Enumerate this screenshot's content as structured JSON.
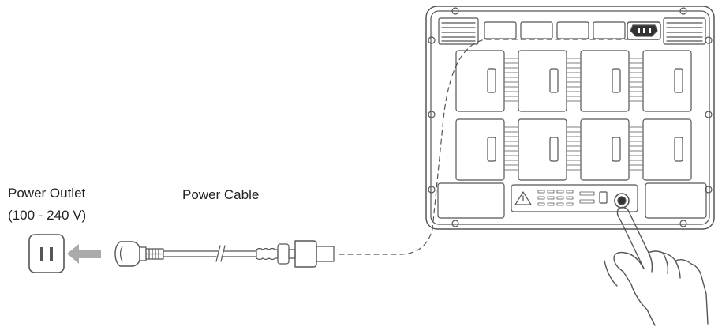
{
  "labels": {
    "power_outlet": "Power Outlet",
    "voltage_range": "(100 - 240 V)",
    "power_cable": "Power Cable"
  },
  "colors": {
    "line": "#555555",
    "arrow": "#aaaaaa",
    "background": "#ffffff"
  },
  "icons": {
    "outlet": "wall-outlet-icon",
    "plug": "power-plug-icon",
    "warning": "warning-triangle-icon",
    "hand": "pointing-hand-icon"
  }
}
